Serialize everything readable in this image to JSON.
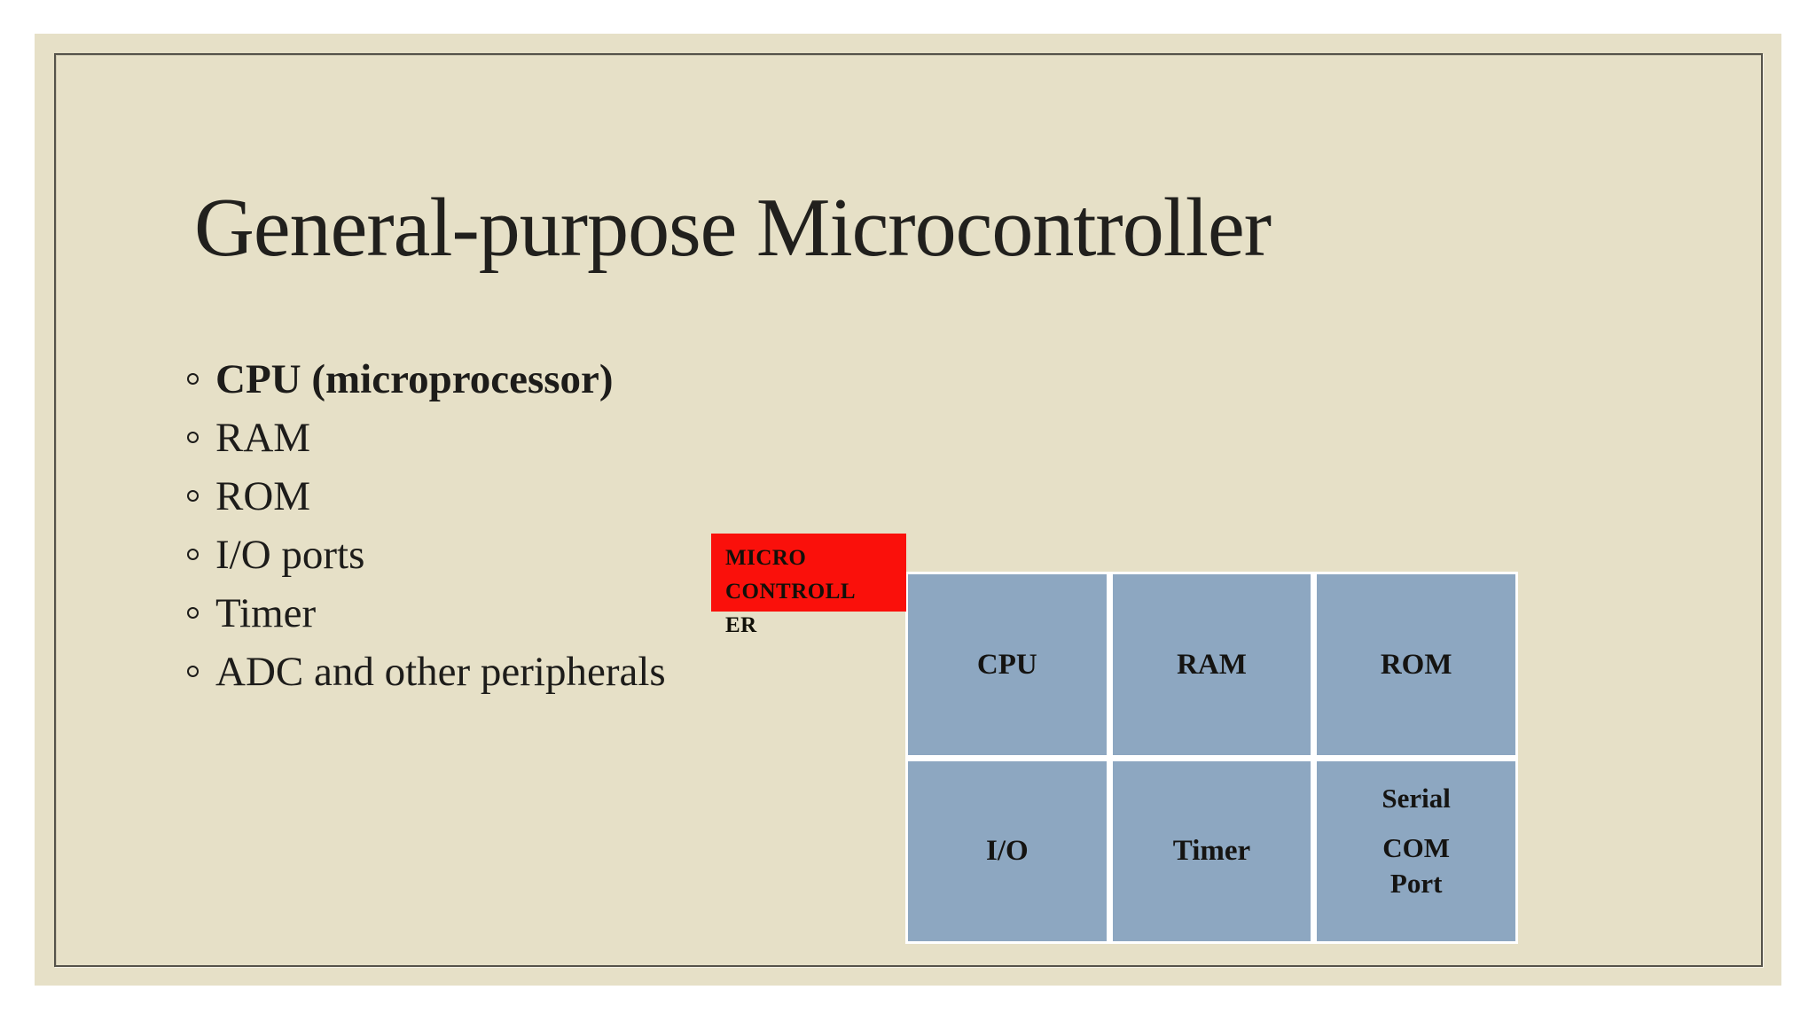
{
  "slide": {
    "title": "General-purpose Microcontroller",
    "bullets": {
      "items": [
        {
          "text": "CPU (microprocessor)"
        },
        {
          "text": "RAM"
        },
        {
          "text": "ROM"
        },
        {
          "text": "I/O ports"
        },
        {
          "text": "Timer"
        },
        {
          "text": "ADC and other peripherals"
        }
      ]
    },
    "diagram": {
      "chip_label": "MICRO\nCONTROLL\nER",
      "table": {
        "cells": [
          {
            "label": "CPU"
          },
          {
            "label": "RAM"
          },
          {
            "label": "ROM"
          },
          {
            "label": "I/O"
          },
          {
            "label": "Timer"
          },
          {
            "label": "Serial",
            "label2": "COM\nPort"
          }
        ]
      }
    },
    "colors": {
      "slide_background": "#e6e0c7",
      "frame_border": "#55534a",
      "chip_red": "#fa100b",
      "cell_blue": "#8da7c1",
      "cell_divider_white": "#ffffff",
      "text": "#1d1c1a"
    }
  }
}
